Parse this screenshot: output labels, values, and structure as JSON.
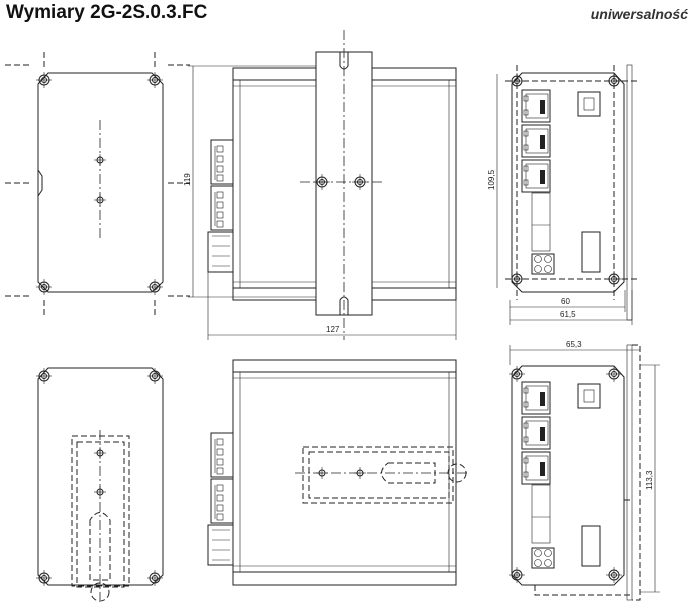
{
  "header": {
    "title": "Wymiary 2G-2S.0.3.FC",
    "brand": "uniwersalność"
  },
  "dimensions": {
    "front_height": "119",
    "front_width": "127",
    "side_height": "109,5",
    "side_width_inner": "60",
    "side_width_outer": "61,5",
    "side_depth_mounted": "65,3",
    "side_height_mounted": "113,3"
  }
}
